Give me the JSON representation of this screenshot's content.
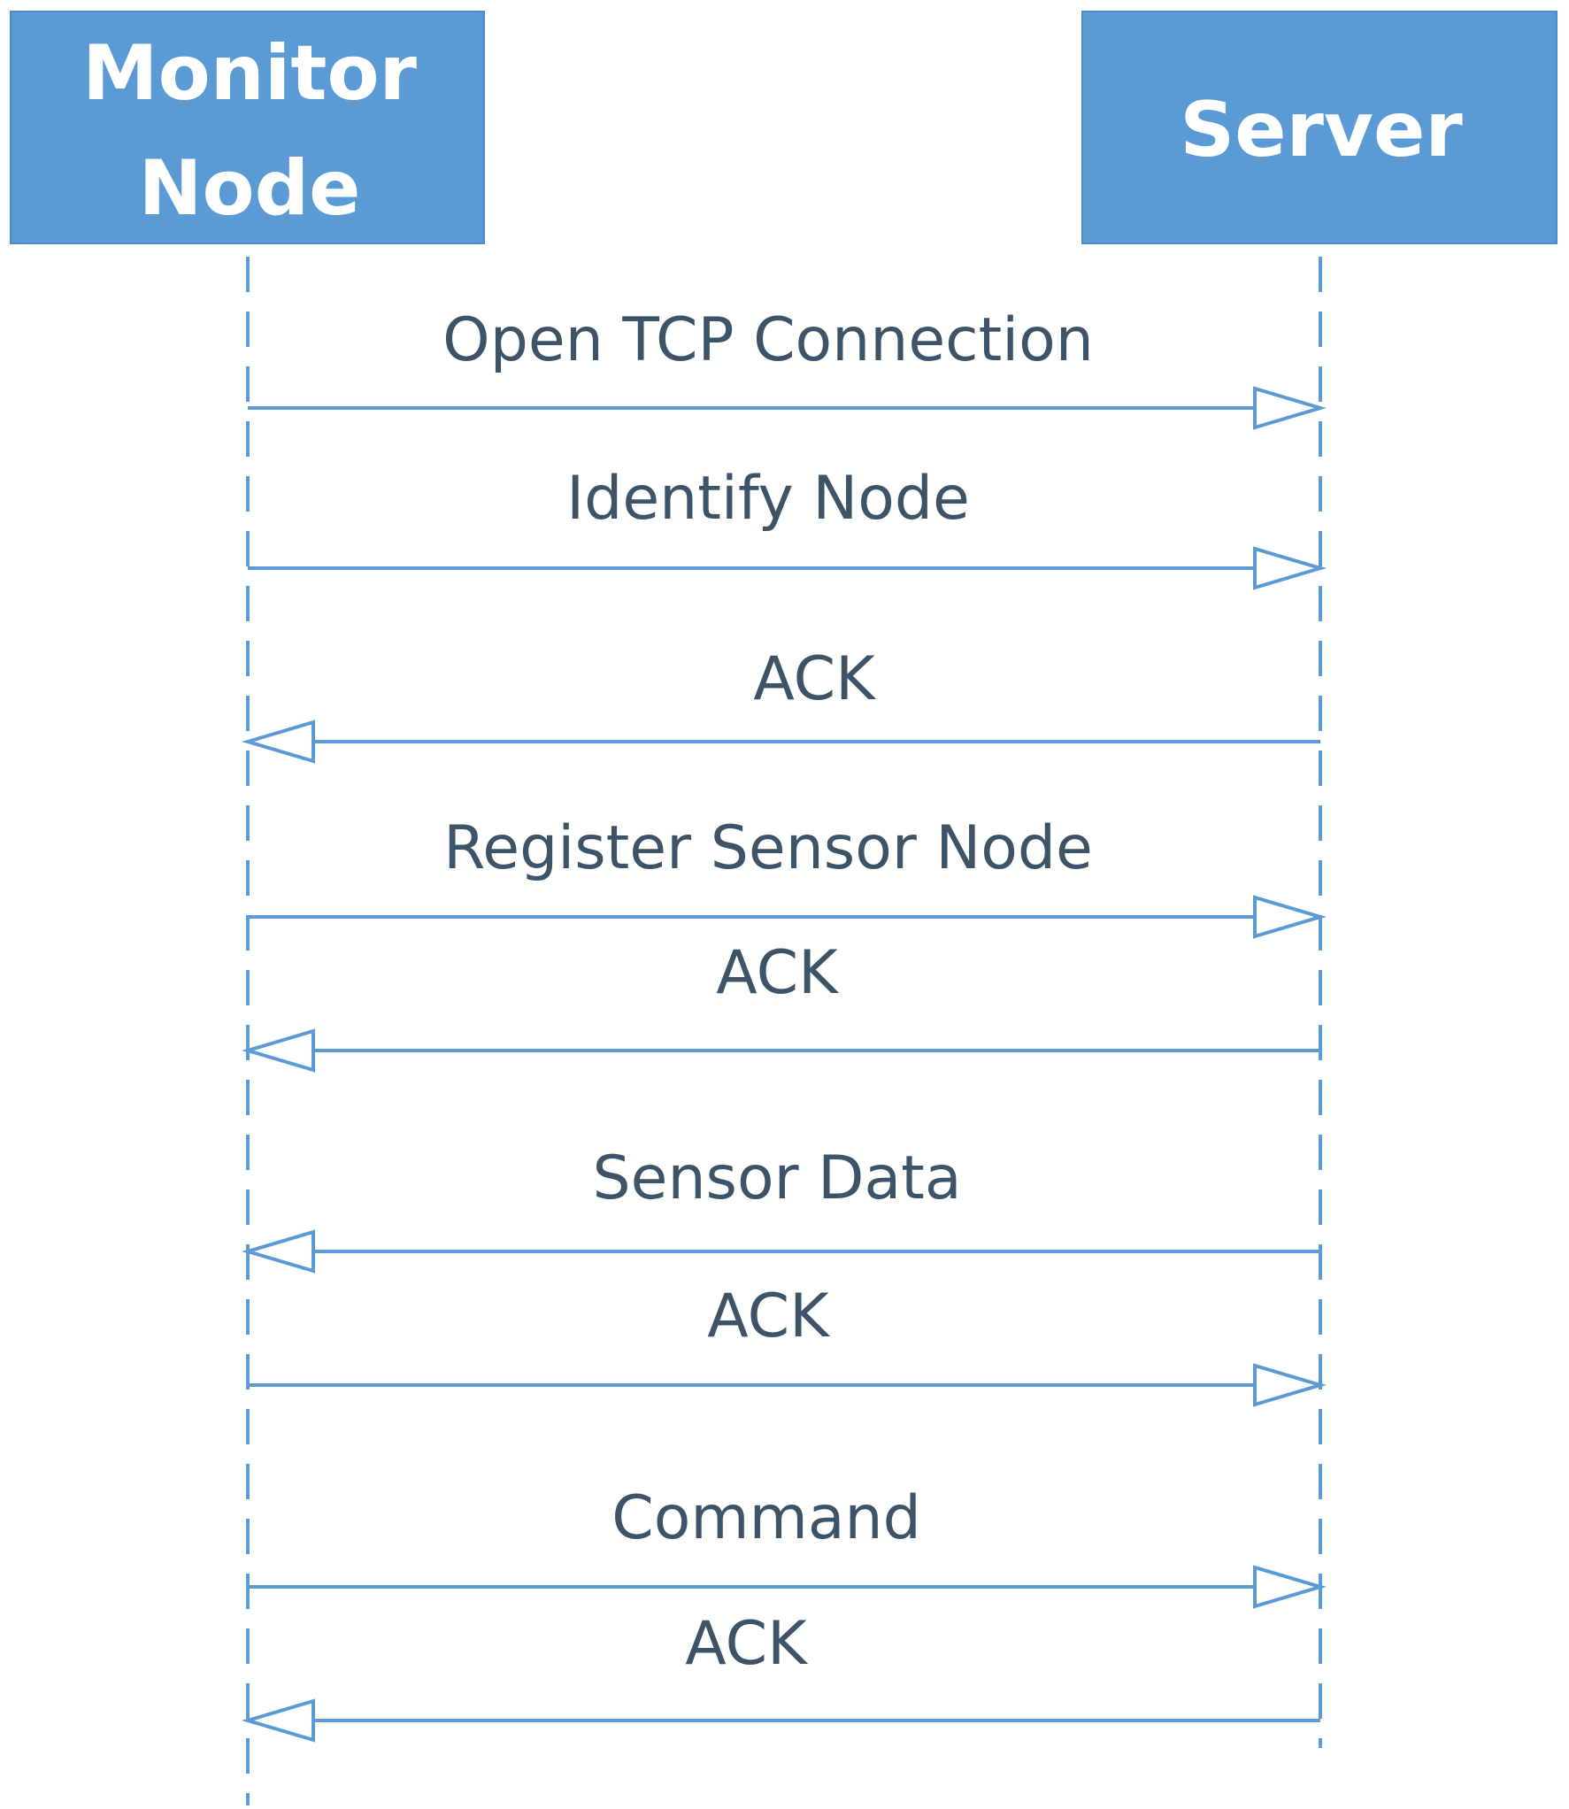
{
  "participants": [
    {
      "id": "monitor",
      "label_lines": [
        "Monitor",
        "Node"
      ]
    },
    {
      "id": "server",
      "label_lines": [
        "Server"
      ]
    }
  ],
  "messages": [
    {
      "label": "Open TCP Connection",
      "from": "monitor",
      "to": "server"
    },
    {
      "label": "Identify Node",
      "from": "monitor",
      "to": "server"
    },
    {
      "label": "ACK",
      "from": "server",
      "to": "monitor"
    },
    {
      "label": "Register Sensor Node",
      "from": "monitor",
      "to": "server"
    },
    {
      "label": "ACK",
      "from": "server",
      "to": "monitor"
    },
    {
      "label": "Sensor Data",
      "from": "server",
      "to": "monitor"
    },
    {
      "label": "ACK",
      "from": "monitor",
      "to": "server"
    },
    {
      "label": "Command",
      "from": "monitor",
      "to": "server"
    },
    {
      "label": "ACK",
      "from": "server",
      "to": "monitor"
    }
  ],
  "colors": {
    "actor_fill": "#5b9bd5",
    "line": "#5b9bd5",
    "label_text": "#3d5468"
  }
}
